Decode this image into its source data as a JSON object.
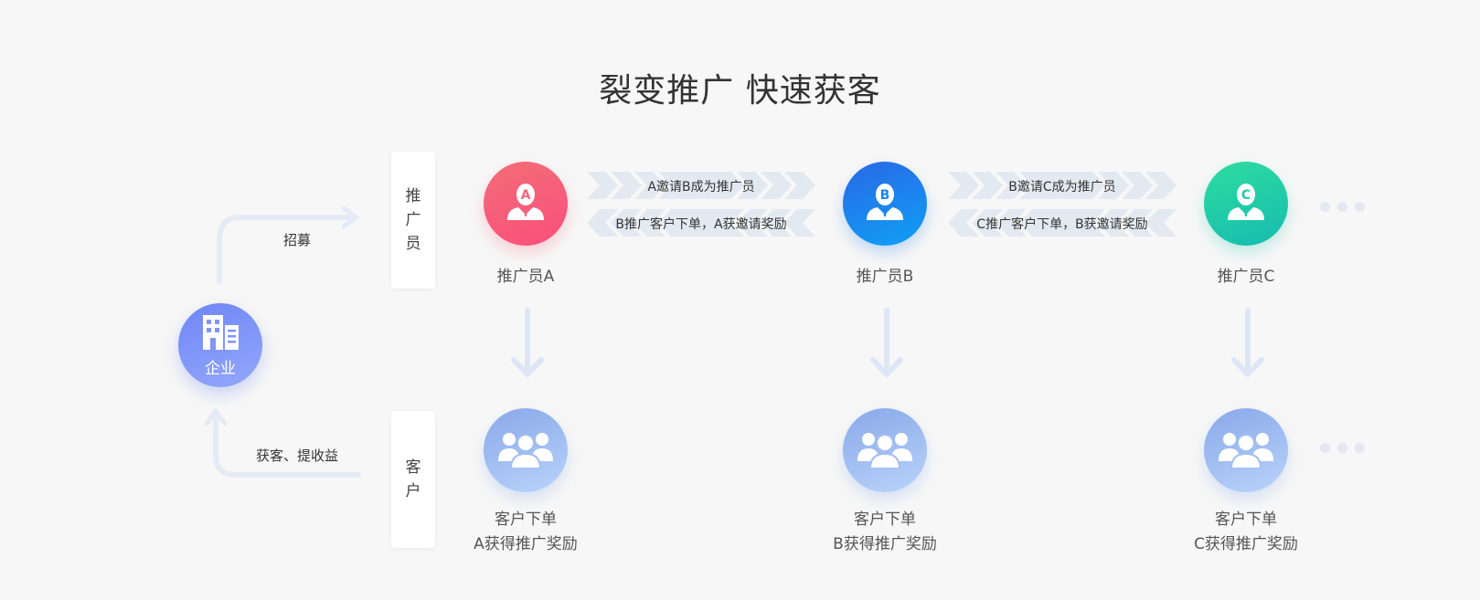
{
  "title": "裂变推广 快速获客",
  "enterprise": {
    "label": "企业"
  },
  "left_flow": {
    "top_label": "招募",
    "bottom_label": "获客、提收益"
  },
  "side_cards": {
    "promoter": [
      "推",
      "广",
      "员"
    ],
    "customer": [
      "客",
      "户"
    ]
  },
  "promoters": [
    {
      "letter": "A",
      "label": "推广员A",
      "customer_line1": "客户下单",
      "customer_line2": "A获得推广奖励"
    },
    {
      "letter": "B",
      "label": "推广员B",
      "customer_line1": "客户下单",
      "customer_line2": "B获得推广奖励"
    },
    {
      "letter": "C",
      "label": "推广员C",
      "customer_line1": "客户下单",
      "customer_line2": "C获得推广奖励"
    }
  ],
  "links": [
    {
      "forward": "A邀请B成为推广员",
      "backward": "B推广客户下单，A获邀请奖励"
    },
    {
      "forward": "B邀请C成为推广员",
      "backward": "C推广客户下单，B获邀请奖励"
    }
  ],
  "colors": {
    "promoter_a": "#fb5a78",
    "promoter_b": "#1a84ee",
    "promoter_c": "#20c9a8",
    "customer": "#a3bff1",
    "enterprise": "#7f95f7",
    "flow_line": "#e4ebf6",
    "chevron": "#e3e9f1"
  },
  "icons": {
    "enterprise": "building-icon",
    "promoter": "businessman-icon",
    "customer": "group-icon",
    "continue": "ellipsis-icon"
  }
}
